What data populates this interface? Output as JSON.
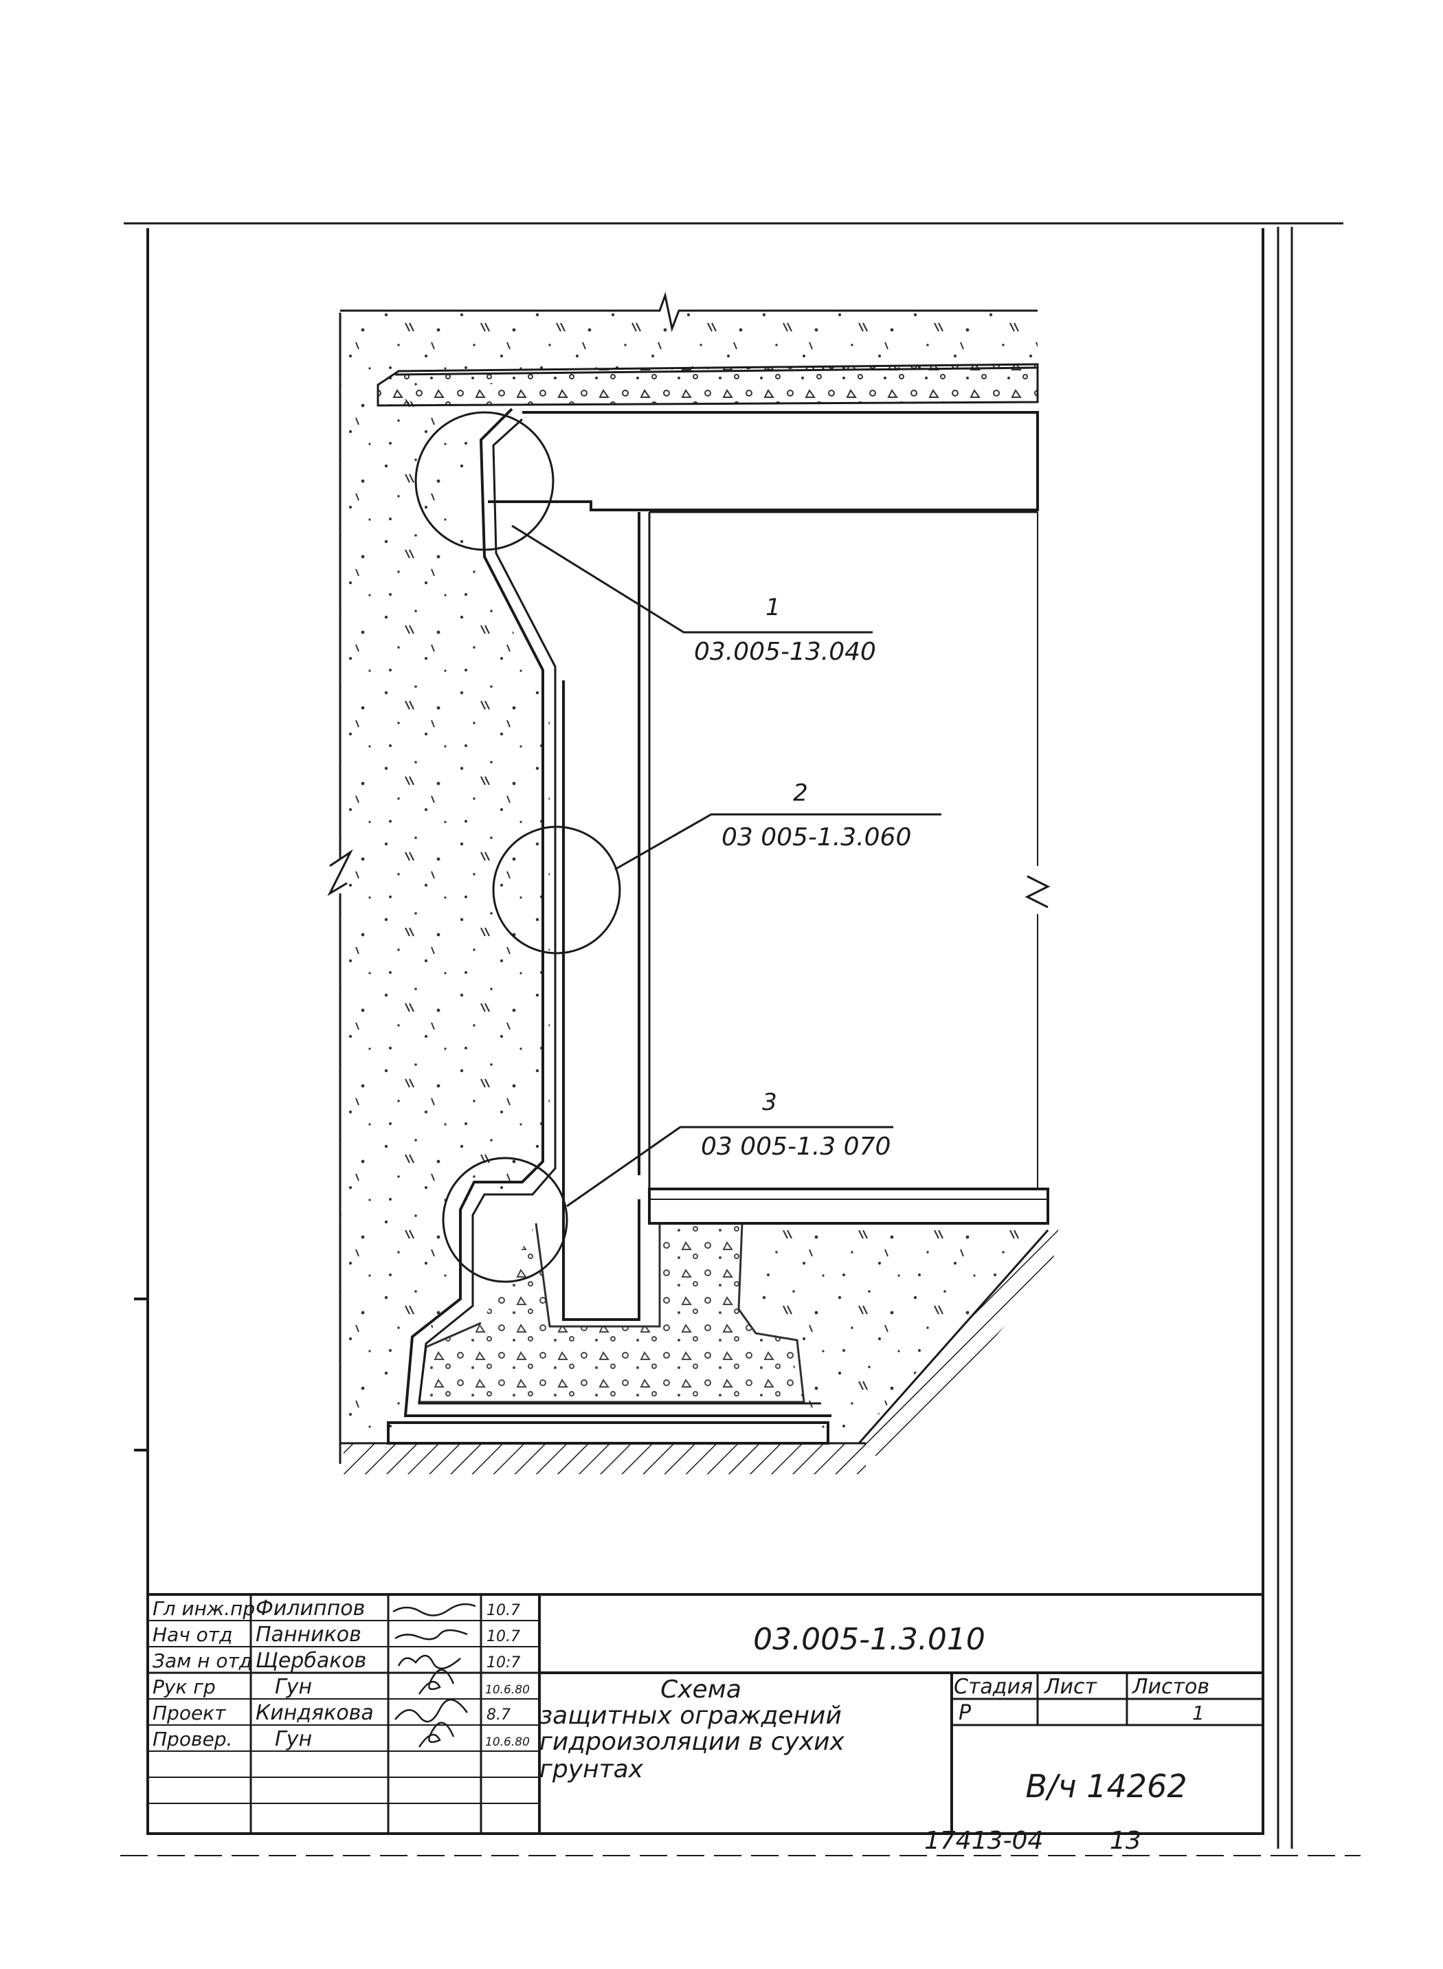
{
  "callouts": [
    {
      "number": "1",
      "code": "03.005-13.040"
    },
    {
      "number": "2",
      "code": "03 005-1.3.060"
    },
    {
      "number": "3",
      "code": "03 005-1.3 070"
    }
  ],
  "title_block": {
    "roles": [
      {
        "role": "Гл инж.пр",
        "name": "Филиппов",
        "date": "10.7"
      },
      {
        "role": "Нач отд",
        "name": "Панников",
        "date": "10.7"
      },
      {
        "role": "Зам н отд",
        "name": "Щербаков",
        "date": "10:7"
      },
      {
        "role": "Рук гр",
        "name": "Гун",
        "date": "10.6.80"
      },
      {
        "role": "Проект",
        "name": "Киндякова",
        "date": "8.7"
      },
      {
        "role": "Провер.",
        "name": "Гун",
        "date": "10.6.80"
      }
    ],
    "document_code": "03.005-1.3.010",
    "title_lines": [
      "Схема",
      "защитных ограждений",
      "гидроизоляции в сухих",
      "грунтах"
    ],
    "headers": {
      "stage": "Стадия",
      "sheet": "Лист",
      "sheets": "Листов"
    },
    "values": {
      "stage": "Р",
      "sheet": "",
      "sheets": "1"
    },
    "organization": "В/ч 14262"
  },
  "footer_number": "17413-04",
  "page_number": "13"
}
